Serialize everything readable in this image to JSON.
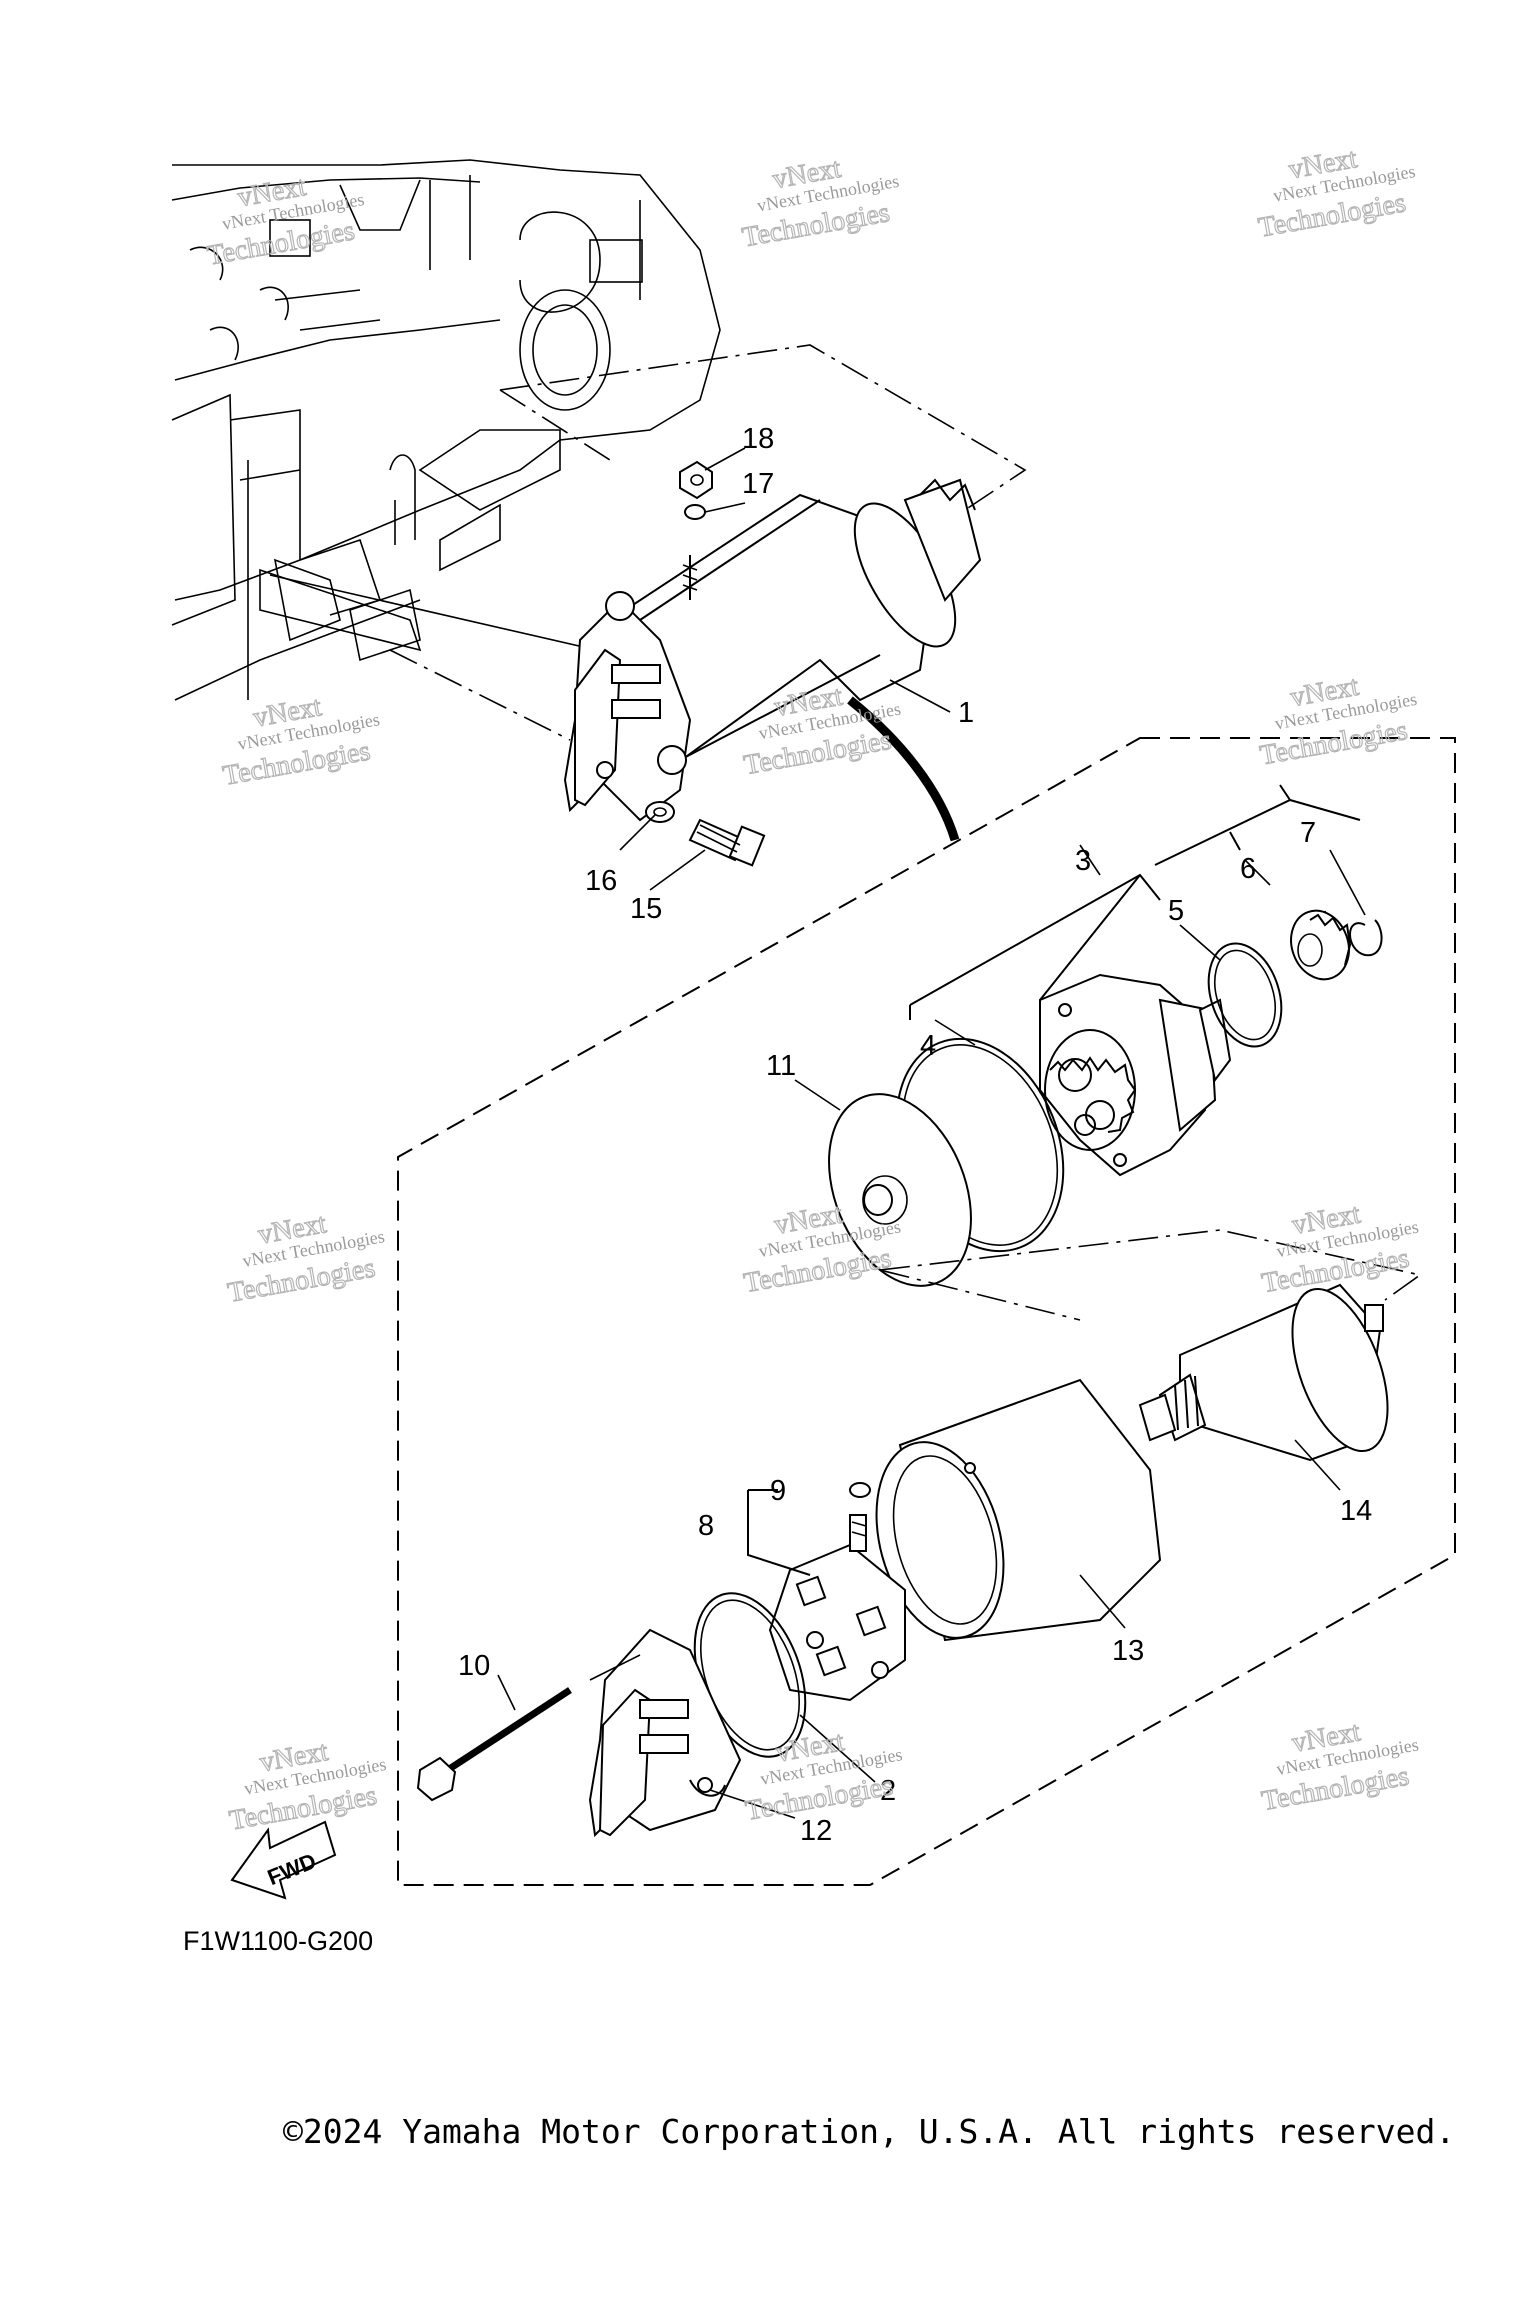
{
  "diagram": {
    "code": "F1W1100-G200",
    "fwd_label": "FWD",
    "copyright": "©2024 Yamaha Motor Corporation, U.S.A. All rights reserved.",
    "watermark": {
      "line1": "vNext Technologies",
      "line2": "Technologies",
      "line3": "vNext"
    },
    "callouts": [
      "1",
      "2",
      "3",
      "4",
      "5",
      "6",
      "7",
      "8",
      "9",
      "10",
      "11",
      "12",
      "13",
      "14",
      "15",
      "16",
      "17",
      "18"
    ]
  }
}
